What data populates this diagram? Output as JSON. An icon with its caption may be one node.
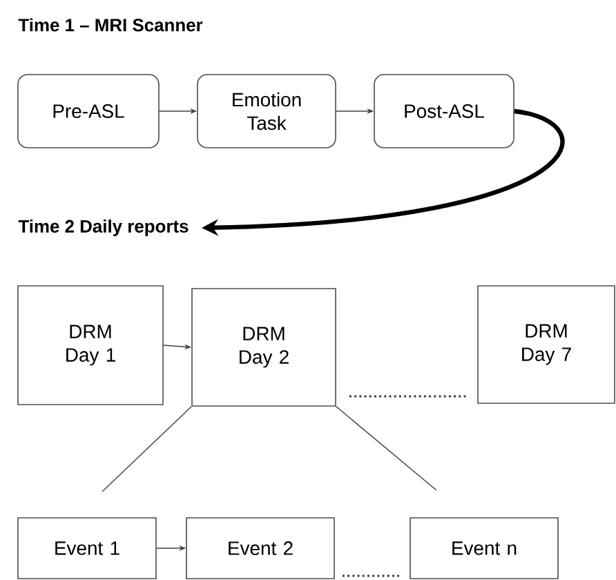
{
  "diagram": {
    "nodes": [
      {
        "text": [
          "Pre-ASL"
        ]
      },
      {
        "text": [
          "Emotion Task"
        ]
      },
      {
        "text": [
          "Post-ASL"
        ]
      },
      {
        "text": [
          "Time 2 Daily reports"
        ]
      },
      {
        "text": [
          "DRM Day 1"
        ]
      },
      {
        "text": [
          "DRM Day 2"
        ]
      },
      {
        "text": [
          "DRM Day 7"
        ]
      },
      {
        "text": [
          "Event 1"
        ]
      },
      {
        "text": [
          "Event 2"
        ]
      },
      {
        "text": [
          "Event n"
        ]
      }
    ],
    "edges": [
      {
        "from": 0,
        "to": 1,
        "arrow": "to"
      },
      {
        "from": 1,
        "to": 2,
        "arrow": "to"
      },
      {
        "from": 2,
        "to": 3,
        "arrow": "to",
        "style": "thick"
      },
      {
        "from": 4,
        "to": 5,
        "arrow": "to"
      },
      {
        "from": 5,
        "to": null,
        "arrow": "none"
      },
      {
        "from": 5,
        "to": null,
        "arrow": "none"
      },
      {
        "from": 7,
        "to": 8,
        "arrow": "to"
      }
    ],
    "labels": [
      "Time 1 – MRI Scanner"
    ]
  }
}
